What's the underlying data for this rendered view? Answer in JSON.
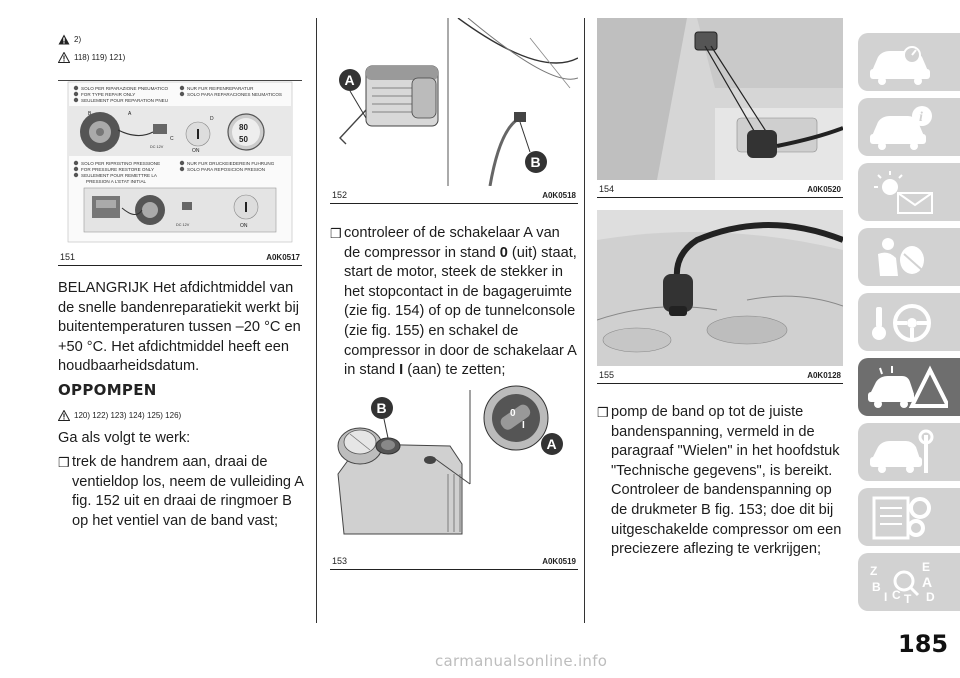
{
  "col1": {
    "warning_ref_1": "2)",
    "warning_ref_2": "118) 119) 121)",
    "fig151": {
      "number": "151",
      "code": "A0K0517",
      "label_1": "SOLO PER RIPARAZIONE PNEUMATICO",
      "label_2": "FOR TYPE REPAIR ONLY",
      "label_3": "SEULEMENT POUR REPARATION PNEU",
      "label_4": "NUR FUR REIFENREPARATUR",
      "label_5": "SOLO PARA REPARACIONES NEUMATICOS",
      "label_6": "SOLO PER RIPRISTINO PRESSIONE",
      "label_7": "FOR PRESSURE RESTORE ONLY",
      "label_8": "SEULEMENT POUR REMETTRE LA",
      "label_9": "PRESSION A L'ETAT INITIAL",
      "label_10": "NUR FUR DRUCKEIEDEREIN FUHRUNG",
      "label_11": "SOLO PARA REPOSICION PRESION",
      "on_1": "ON",
      "on_2": "ON",
      "dc_1": "DC 12V",
      "dc_2": "DC 12V",
      "gauge_top": "80",
      "gauge_bottom": "50",
      "letter_a": "A",
      "letter_b": "B",
      "letter_c": "C",
      "letter_d": "D"
    },
    "important_text": "BELANGRIJK Het afdichtmiddel van de snelle bandenreparatiekit werkt bij buitentemperaturen tussen –20 °C en +50 °C. Het afdichtmiddel heeft een houdbaarheidsdatum.",
    "heading": "OPPOMPEN",
    "warning_ref_3": "120) 122) 123) 124) 125) 126)",
    "intro": "Ga als volgt te werk:",
    "step1": "trek de handrem aan, draai de ventieldop los, neem de vulleiding A fig. 152 uit en draai de ringmoer B op het ventiel van de band vast;"
  },
  "col2": {
    "fig152": {
      "number": "152",
      "code": "A0K0518",
      "label_a": "A",
      "label_b": "B"
    },
    "step2_pre": "controleer of de schakelaar A van de compressor in stand ",
    "step2_zero": "0",
    "step2_mid": " (uit) staat, start de motor, steek de stekker in het stopcontact in de bagageruimte (zie fig. 154) of op de tunnelconsole (zie fig. 155) en schakel de compressor in door de schakelaar A in stand ",
    "step2_one": "I",
    "step2_post": " (aan) te zetten;",
    "fig153": {
      "number": "153",
      "code": "A0K0519",
      "label_a": "A",
      "label_b": "B",
      "sw_zero": "0",
      "sw_one": "I"
    }
  },
  "col3": {
    "fig154": {
      "number": "154",
      "code": "A0K0520"
    },
    "fig155": {
      "number": "155",
      "code": "A0K0128"
    },
    "step3": "pomp de band op tot de juiste bandenspanning, vermeld in de paragraaf \"Wielen\" in het hoofdstuk \"Technische gegevens\", is bereikt. Controleer de bandenspanning op de drukmeter B fig. 153; doe dit bij uitgeschakelde compressor om een preciezere aflezing te verkrijgen;"
  },
  "sidebar": {
    "tabs": [
      {
        "icon": "car-dashboard-icon"
      },
      {
        "icon": "car-info-icon"
      },
      {
        "icon": "warning-light-envelope-icon"
      },
      {
        "icon": "airbag-seat-icon"
      },
      {
        "icon": "key-steering-wheel-icon"
      },
      {
        "icon": "car-breakdown-warning-icon",
        "active": true
      },
      {
        "icon": "car-wrench-icon"
      },
      {
        "icon": "specs-gear-icon"
      },
      {
        "icon": "alphabet-index-icon"
      }
    ],
    "index_letters": {
      "z": "Z",
      "e": "E",
      "a": "A",
      "b": "B",
      "c": "C",
      "t": "T",
      "d": "D",
      "i": "I"
    }
  },
  "page_number": "185",
  "watermark": "carmanualsonline.info",
  "colors": {
    "text": "#1c1c1c",
    "tab": "#d2d2d2",
    "tab_active": "#6e6e6e",
    "watermark": "#bdbdbd"
  }
}
